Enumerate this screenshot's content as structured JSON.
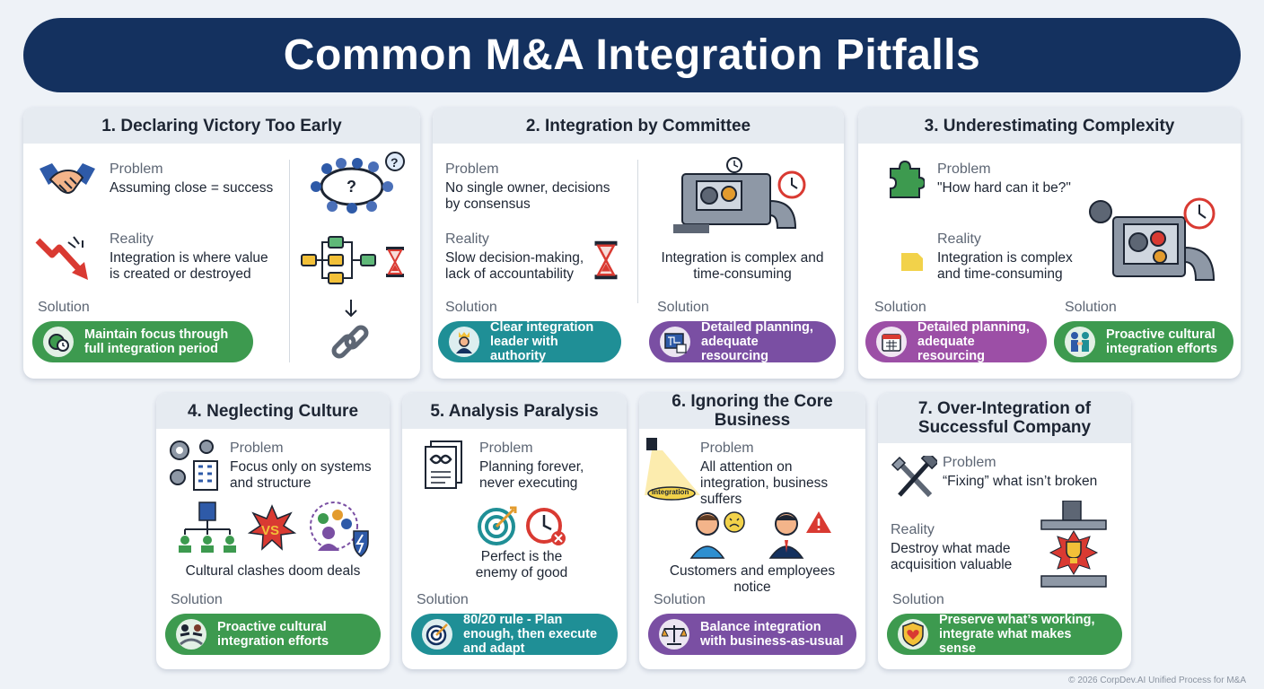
{
  "title": "Common M&A Integration Pitfalls",
  "colors": {
    "navy": "#14315f",
    "green": "#3d9a4f",
    "teal": "#1f8f96",
    "purple": "#7a4fa3",
    "violet": "#9c4fa6"
  },
  "labels": {
    "problem": "Problem",
    "reality": "Reality",
    "solution": "Solution"
  },
  "cards": [
    {
      "title": "1. Declaring Victory Too Early",
      "problem": "Assuming close = success",
      "reality": "Integration is where value is created or destroyed",
      "solution": "Maintain focus through full integration period",
      "icons": [
        "handshake-icon",
        "falling-chart-icon",
        "meeting-table-icon",
        "process-flow-icon",
        "hourglass-icon",
        "chain-link-icon",
        "gear-clock-icon"
      ]
    },
    {
      "title": "2. Integration by Committee",
      "problem": "No single owner, decisions by consensus",
      "reality": "Slow decision-making, lack of accountability",
      "reality_right": "Integration is complex and time-consuming",
      "solution": "Clear integration leader with authority",
      "solution_right": "Detailed planning, adequate resourcing",
      "icons": [
        "hourglass-icon",
        "machine-gears-icon",
        "leader-crown-icon",
        "blueprint-icon"
      ]
    },
    {
      "title": "3. Underestimating Complexity",
      "problem": "\"How hard can it be?\"",
      "reality": "Integration is complex and time-consuming",
      "solution": "Detailed planning, adequate resourcing",
      "solution_right": "Proactive cultural integration efforts",
      "icons": [
        "puzzle-piece-icon",
        "machine-gears-icon",
        "calendar-icon",
        "handshake-people-icon"
      ]
    },
    {
      "title": "4. Neglecting Culture",
      "problem": "Focus only on systems and structure",
      "reality": "Cultural clashes doom deals",
      "solution": "Proactive cultural integration efforts",
      "icons": [
        "gears-building-icon",
        "org-chart-icon",
        "versus-icon",
        "team-shield-icon",
        "people-bridge-icon"
      ]
    },
    {
      "title": "5. Analysis Paralysis",
      "problem": "Planning forever, never executing",
      "reality": "Perfect is the enemy of good",
      "solution": "80/20 rule - Plan enough, then execute and adapt",
      "icons": [
        "document-loop-icon",
        "target-icon",
        "clock-x-icon",
        "target-arrow-icon"
      ]
    },
    {
      "title": "6. Ignoring the Core Business",
      "problem": "All attention on integration, business suffers",
      "spotlight_label": "Integration",
      "reality": "Customers and employees notice",
      "solution": "Balance integration with business-as-usual",
      "icons": [
        "spotlight-icon",
        "worried-customer-icon",
        "employee-warning-icon",
        "scales-icon"
      ]
    },
    {
      "title": "7. Over-Integration of Successful Company",
      "problem": "“Fixing” what isn’t broken",
      "reality": "Destroy what made acquisition valuable",
      "solution": "Preserve what’s working, integrate what makes sense",
      "icons": [
        "wrench-hammer-icon",
        "press-trophy-icon",
        "shield-heart-icon"
      ]
    }
  ],
  "footer": "© 2026 CorpDev.AI Unified Process for M&A"
}
